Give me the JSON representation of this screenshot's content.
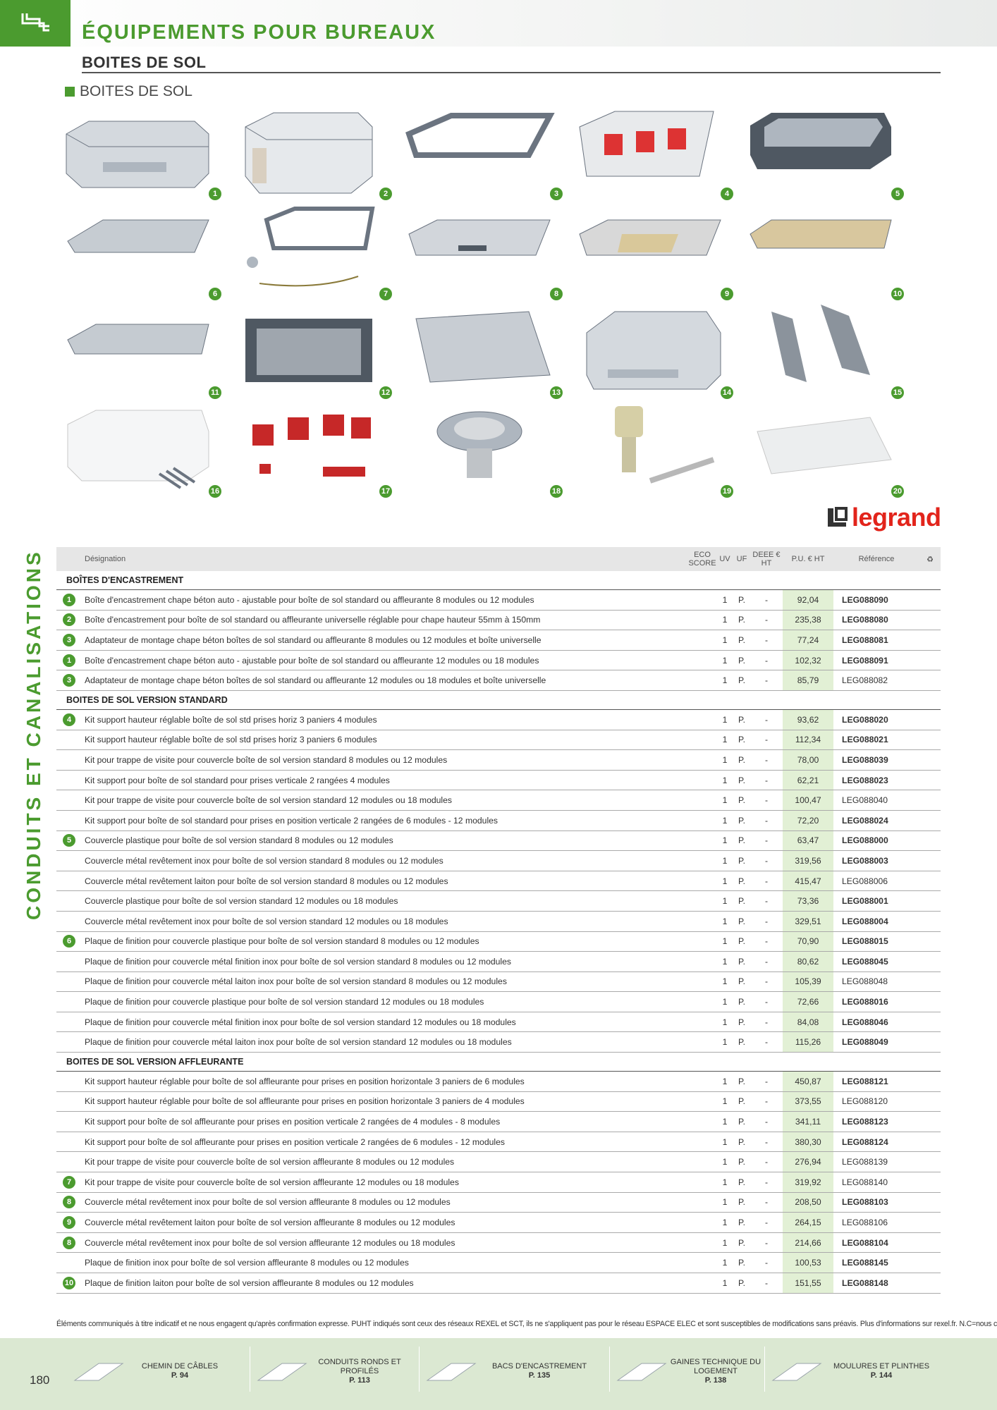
{
  "header": {
    "title": "ÉQUIPEMENTS POUR BUREAUX",
    "subtitle": "BOITES DE SOL",
    "section": "BOITES DE SOL"
  },
  "side_label": "CONDUITS ET CANALISATIONS",
  "brand": {
    "name": "legrand",
    "color": "#e2241b"
  },
  "accent_color": "#4b9b2f",
  "product_numbers": [
    "1",
    "2",
    "3",
    "4",
    "5",
    "6",
    "7",
    "8",
    "9",
    "10",
    "11",
    "12",
    "13",
    "14",
    "15",
    "16",
    "17",
    "18",
    "19",
    "20"
  ],
  "table": {
    "headers": {
      "designation": "Désignation",
      "eco": "ECO SCORE",
      "uv": "UV",
      "uf": "UF",
      "deee": "DEEE € HT",
      "price": "P.U. € HT",
      "ref": "Référence"
    },
    "groups": [
      {
        "title": "BOÎTES D'ENCASTREMENT",
        "rows": [
          {
            "n": "1",
            "d": "Boîte d'encastrement chape béton auto - ajustable pour boîte de sol standard ou affleurante 8 modules ou 12 modules",
            "uv": "1",
            "uf": "P.",
            "deee": "-",
            "p": "92,04",
            "r": "LEG088090",
            "b": true
          },
          {
            "n": "2",
            "d": "Boîte d'encastrement pour boîte de sol standard ou affleurante universelle réglable pour chape hauteur 55mm à 150mm",
            "uv": "1",
            "uf": "P.",
            "deee": "-",
            "p": "235,38",
            "r": "LEG088080",
            "b": true
          },
          {
            "n": "3",
            "d": "Adaptateur de montage chape béton boîtes de sol standard ou affleurante 8 modules ou 12 modules et boîte universelle",
            "uv": "1",
            "uf": "P.",
            "deee": "-",
            "p": "77,24",
            "r": "LEG088081",
            "b": true
          },
          {
            "n": "1",
            "d": "Boîte d'encastrement chape béton auto - ajustable pour boîte de sol standard ou affleurante 12 modules ou 18 modules",
            "uv": "1",
            "uf": "P.",
            "deee": "-",
            "p": "102,32",
            "r": "LEG088091",
            "b": true
          },
          {
            "n": "3",
            "d": "Adaptateur de montage chape béton boîtes de sol standard ou affleurante 12 modules ou 18 modules et boîte universelle",
            "uv": "1",
            "uf": "P.",
            "deee": "-",
            "p": "85,79",
            "r": "LEG088082",
            "b": false
          }
        ]
      },
      {
        "title": "BOITES DE SOL VERSION STANDARD",
        "rows": [
          {
            "n": "4",
            "d": "Kit support hauteur réglable boîte de sol std prises horiz 3 paniers 4 modules",
            "uv": "1",
            "uf": "P.",
            "deee": "-",
            "p": "93,62",
            "r": "LEG088020",
            "b": true
          },
          {
            "n": "",
            "d": "Kit support hauteur réglable boîte de sol std prises horiz 3 paniers 6 modules",
            "uv": "1",
            "uf": "P.",
            "deee": "-",
            "p": "112,34",
            "r": "LEG088021",
            "b": true
          },
          {
            "n": "",
            "d": "Kit pour trappe de visite pour couvercle boîte de sol version standard 8 modules ou 12 modules",
            "uv": "1",
            "uf": "P.",
            "deee": "-",
            "p": "78,00",
            "r": "LEG088039",
            "b": true
          },
          {
            "n": "",
            "d": "Kit support pour boîte de sol standard pour prises verticale 2 rangées 4 modules",
            "uv": "1",
            "uf": "P.",
            "deee": "-",
            "p": "62,21",
            "r": "LEG088023",
            "b": true
          },
          {
            "n": "",
            "d": "Kit pour trappe de visite pour couvercle boîte de sol version standard 12 modules ou 18 modules",
            "uv": "1",
            "uf": "P.",
            "deee": "-",
            "p": "100,47",
            "r": "LEG088040",
            "b": false
          },
          {
            "n": "",
            "d": "Kit support pour boîte de sol standard pour prises en position verticale 2 rangées de 6 modules - 12 modules",
            "uv": "1",
            "uf": "P.",
            "deee": "-",
            "p": "72,20",
            "r": "LEG088024",
            "b": true
          },
          {
            "n": "5",
            "d": "Couvercle plastique pour boîte de sol version standard 8 modules ou 12 modules",
            "uv": "1",
            "uf": "P.",
            "deee": "-",
            "p": "63,47",
            "r": "LEG088000",
            "b": true
          },
          {
            "n": "",
            "d": "Couvercle métal revêtement inox pour boîte de sol version standard 8 modules ou 12 modules",
            "uv": "1",
            "uf": "P.",
            "deee": "-",
            "p": "319,56",
            "r": "LEG088003",
            "b": true
          },
          {
            "n": "",
            "d": "Couvercle métal revêtement laiton pour boîte de sol version standard 8 modules ou 12 modules",
            "uv": "1",
            "uf": "P.",
            "deee": "-",
            "p": "415,47",
            "r": "LEG088006",
            "b": false
          },
          {
            "n": "",
            "d": "Couvercle plastique pour boîte de sol version standard 12 modules ou 18 modules",
            "uv": "1",
            "uf": "P.",
            "deee": "-",
            "p": "73,36",
            "r": "LEG088001",
            "b": true
          },
          {
            "n": "",
            "d": "Couvercle métal revêtement inox pour boîte de sol version standard 12 modules ou 18 modules",
            "uv": "1",
            "uf": "P.",
            "deee": "-",
            "p": "329,51",
            "r": "LEG088004",
            "b": true
          },
          {
            "n": "6",
            "d": "Plaque de finition pour couvercle plastique pour boîte de sol version standard 8 modules ou 12 modules",
            "uv": "1",
            "uf": "P.",
            "deee": "-",
            "p": "70,90",
            "r": "LEG088015",
            "b": true
          },
          {
            "n": "",
            "d": "Plaque de finition pour couvercle métal finition inox pour boîte de sol version standard 8 modules ou 12 modules",
            "uv": "1",
            "uf": "P.",
            "deee": "-",
            "p": "80,62",
            "r": "LEG088045",
            "b": true
          },
          {
            "n": "",
            "d": "Plaque de finition pour couvercle métal laiton inox pour boîte de sol version standard 8 modules ou 12 modules",
            "uv": "1",
            "uf": "P.",
            "deee": "-",
            "p": "105,39",
            "r": "LEG088048",
            "b": false
          },
          {
            "n": "",
            "d": "Plaque de finition pour couvercle plastique pour boîte de sol version standard 12 modules ou 18 modules",
            "uv": "1",
            "uf": "P.",
            "deee": "-",
            "p": "72,66",
            "r": "LEG088016",
            "b": true
          },
          {
            "n": "",
            "d": "Plaque de finition pour couvercle métal finition inox pour boîte de sol version standard 12 modules ou 18 modules",
            "uv": "1",
            "uf": "P.",
            "deee": "-",
            "p": "84,08",
            "r": "LEG088046",
            "b": true
          },
          {
            "n": "",
            "d": "Plaque de finition pour couvercle métal laiton inox pour boîte de sol version standard 12 modules ou 18 modules",
            "uv": "1",
            "uf": "P.",
            "deee": "-",
            "p": "115,26",
            "r": "LEG088049",
            "b": true
          }
        ]
      },
      {
        "title": "BOITES DE SOL VERSION AFFLEURANTE",
        "rows": [
          {
            "n": "",
            "d": "Kit support hauteur réglable pour boîte de sol affleurante pour prises en position horizontale 3 paniers de 6 modules",
            "uv": "1",
            "uf": "P.",
            "deee": "-",
            "p": "450,87",
            "r": "LEG088121",
            "b": true
          },
          {
            "n": "",
            "d": "Kit support hauteur réglable pour boîte de sol affleurante pour prises en position horizontale 3 paniers de 4 modules",
            "uv": "1",
            "uf": "P.",
            "deee": "-",
            "p": "373,55",
            "r": "LEG088120",
            "b": false
          },
          {
            "n": "",
            "d": "Kit support pour boîte de sol affleurante pour prises en position verticale 2 rangées de 4 modules - 8 modules",
            "uv": "1",
            "uf": "P.",
            "deee": "-",
            "p": "341,11",
            "r": "LEG088123",
            "b": true
          },
          {
            "n": "",
            "d": "Kit support pour boîte de sol affleurante pour prises en position verticale 2 rangées de 6 modules - 12 modules",
            "uv": "1",
            "uf": "P.",
            "deee": "-",
            "p": "380,30",
            "r": "LEG088124",
            "b": true
          },
          {
            "n": "",
            "d": "Kit pour trappe de visite pour couvercle boîte de sol version affleurante 8 modules ou 12 modules",
            "uv": "1",
            "uf": "P.",
            "deee": "-",
            "p": "276,94",
            "r": "LEG088139",
            "b": false
          },
          {
            "n": "7",
            "d": "Kit pour trappe de visite pour couvercle boîte de sol version affleurante 12 modules ou 18 modules",
            "uv": "1",
            "uf": "P.",
            "deee": "-",
            "p": "319,92",
            "r": "LEG088140",
            "b": false
          },
          {
            "n": "8",
            "d": "Couvercle métal revêtement inox pour boîte de sol version affleurante 8 modules ou 12 modules",
            "uv": "1",
            "uf": "P.",
            "deee": "-",
            "p": "208,50",
            "r": "LEG088103",
            "b": true
          },
          {
            "n": "9",
            "d": "Couvercle métal revêtement laiton pour boîte de sol version affleurante 8 modules ou 12 modules",
            "uv": "1",
            "uf": "P.",
            "deee": "-",
            "p": "264,15",
            "r": "LEG088106",
            "b": false
          },
          {
            "n": "8",
            "d": "Couvercle métal revêtement inox pour boîte de sol version affleurante 12 modules ou 18 modules",
            "uv": "1",
            "uf": "P.",
            "deee": "-",
            "p": "214,66",
            "r": "LEG088104",
            "b": true
          },
          {
            "n": "",
            "d": "Plaque de finition inox pour boîte de sol version affleurante 8 modules ou 12 modules",
            "uv": "1",
            "uf": "P.",
            "deee": "-",
            "p": "100,53",
            "r": "LEG088145",
            "b": true
          },
          {
            "n": "10",
            "d": "Plaque de finition laiton pour boîte de sol version affleurante 8 modules ou 12 modules",
            "uv": "1",
            "uf": "P.",
            "deee": "-",
            "p": "151,55",
            "r": "LEG088148",
            "b": true
          }
        ]
      }
    ]
  },
  "footnote": "Éléments communiqués à titre indicatif et ne nous engagent qu'après confirmation expresse. PUHT indiqués sont ceux des réseaux REXEL et SCT, ils ne s'appliquent pas pour le réseau ESPACE ELEC et sont susceptibles de modifications sans préavis. Plus d'informations sur rexel.fr. N.C=nous consulter.",
  "footer": {
    "page": "180",
    "links": [
      {
        "label": "CHEMIN DE CÂBLES",
        "page": "P. 94"
      },
      {
        "label": "CONDUITS RONDS ET PROFILÉS",
        "page": "P. 113"
      },
      {
        "label": "BACS D'ENCASTREMENT",
        "page": "P. 135"
      },
      {
        "label": "GAINES TECHNIQUE DU LOGEMENT",
        "page": "P. 138"
      },
      {
        "label": "MOULURES ET PLINTHES",
        "page": "P. 144"
      }
    ]
  }
}
